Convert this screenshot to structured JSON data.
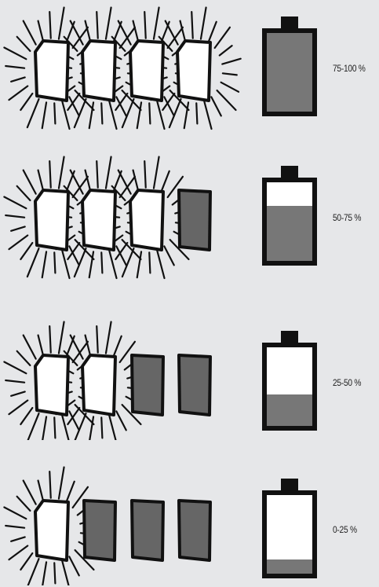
{
  "levels": [
    {
      "label": "75-100 %",
      "lit": 4,
      "fill": 1.0
    },
    {
      "label": "50-75 %",
      "lit": 3,
      "fill": 0.7
    },
    {
      "label": "25-50 %",
      "lit": 2,
      "fill": 0.4
    },
    {
      "label": "0-25 %",
      "lit": 1,
      "fill": 0.18
    }
  ],
  "colors": {
    "background": "#e6e7e9",
    "outline": "#111111",
    "unlit": "#666666",
    "lit": "#ffffff",
    "battery_fill": "#777777"
  }
}
